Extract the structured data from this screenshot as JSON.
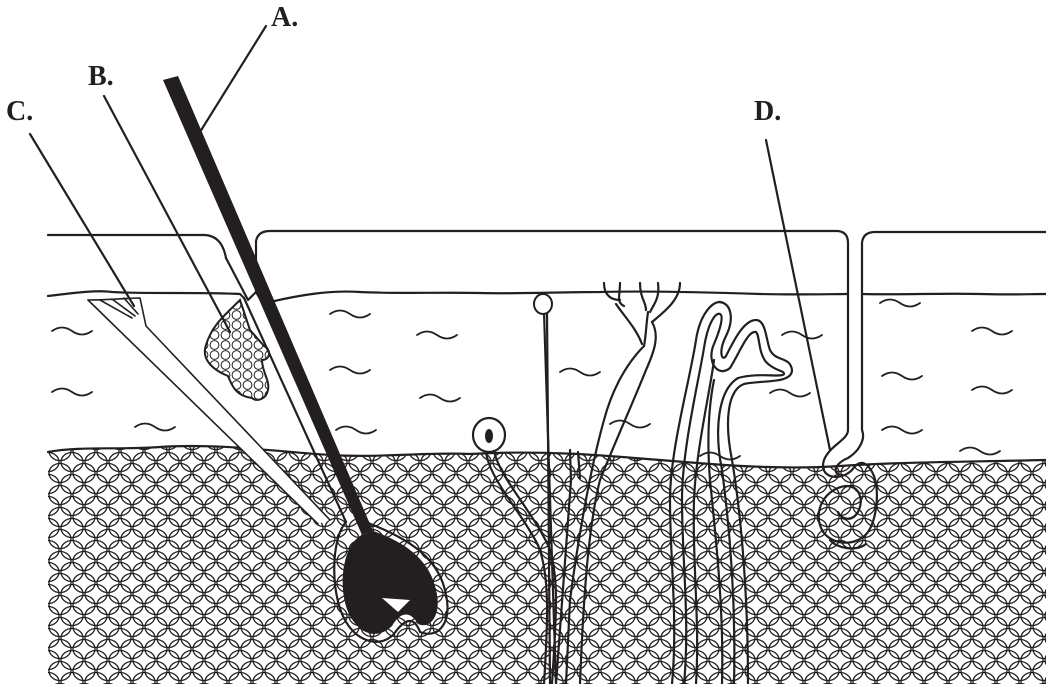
{
  "labels": {
    "a": "A.",
    "b": "B.",
    "c": "C.",
    "d": "D."
  },
  "colors": {
    "ink": "#231f20",
    "background": "#ffffff"
  }
}
